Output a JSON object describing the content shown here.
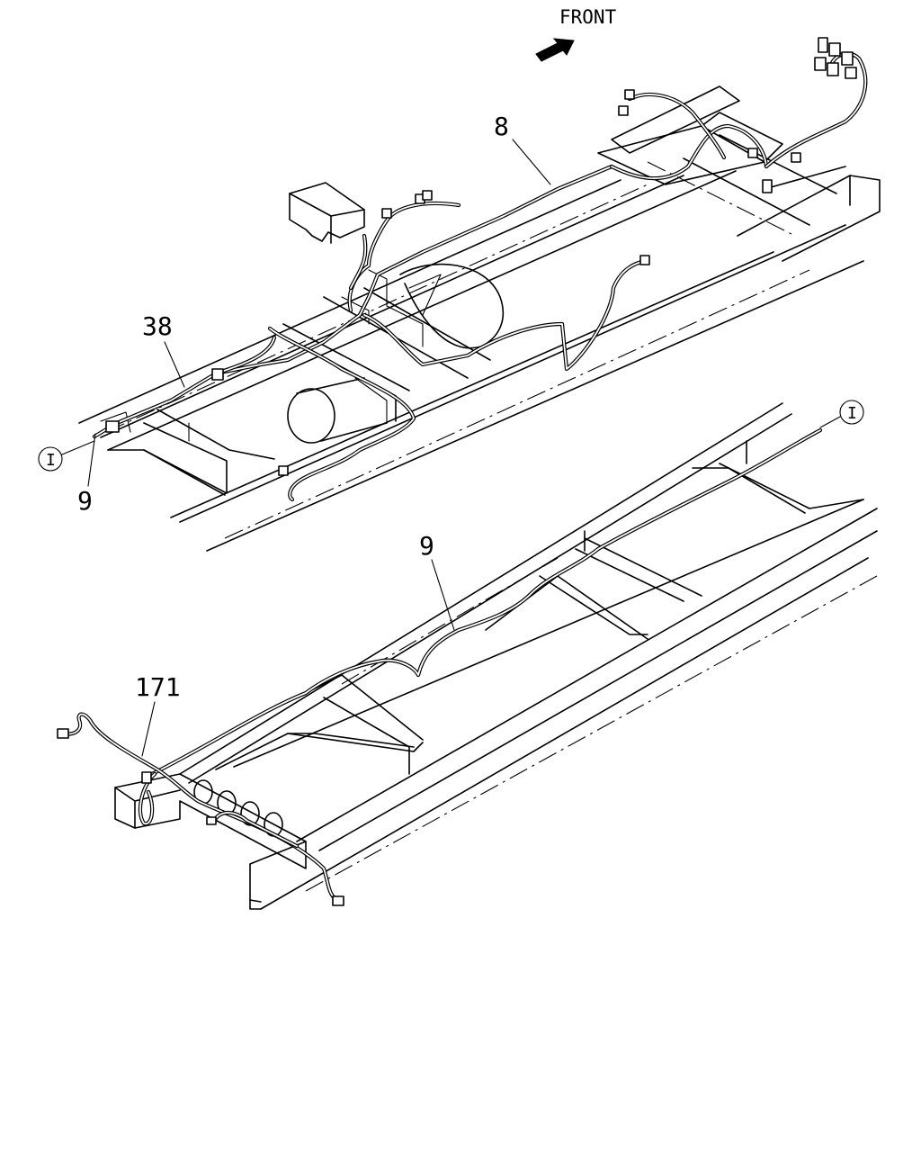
{
  "direction_label": "FRONT",
  "callouts": {
    "c8": "8",
    "c38": "38",
    "c9_upper": "9",
    "c9_lower": "9",
    "c171": "171"
  },
  "connection_markers": {
    "left": "I",
    "right": "I"
  }
}
